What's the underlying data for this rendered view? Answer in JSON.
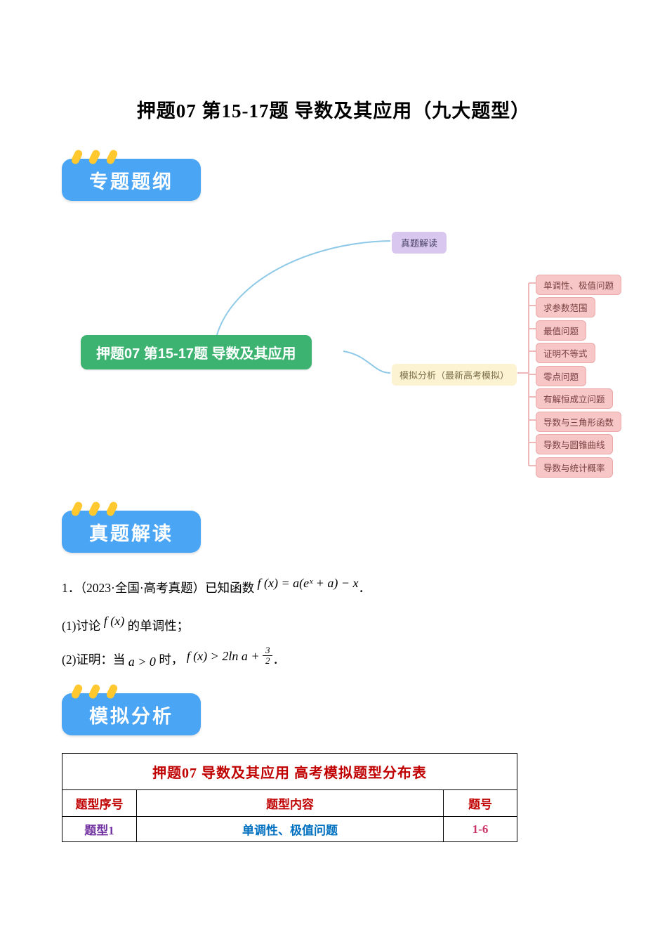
{
  "page": {
    "title": "押题07 第15-17题 导数及其应用（九大题型）"
  },
  "badges": {
    "outline": "专题题纲",
    "zhenti": "真题解读",
    "moni": "模拟分析"
  },
  "mindmap": {
    "center": "押题07 第15-17题 导数及其应用",
    "zhenti": "真题解读",
    "moni": "模拟分析（最新高考模拟）",
    "topics": [
      "单调性、极值问题",
      "求参数范围",
      "最值问题",
      "证明不等式",
      "零点问题",
      "有解恒成立问题",
      "导数与三角形函数",
      "导数与圆锥曲线",
      "导数与统计概率"
    ]
  },
  "problem": {
    "line1_text": "1．（2023·全国·高考真题）已知函数",
    "line1_formula": "f (x) = a(eˣ + a) − x",
    "line1_end": "．",
    "part1_pre": "(1)讨论",
    "part1_formula": "f (x)",
    "part1_post": "的单调性；",
    "part2_pre": "(2)证明：当",
    "part2_cond": "a > 0",
    "part2_mid": "时，",
    "part2_formula_lead": "f (x) > 2ln a +",
    "frac_num": "3",
    "frac_den": "2",
    "part2_end": "．"
  },
  "table": {
    "title": "押题07 导数及其应用 高考模拟题型分布表",
    "headers": [
      "题型序号",
      "题型内容",
      "题号"
    ],
    "rows": [
      {
        "no": "题型1",
        "content": "单调性、极值问题",
        "num": "1-6"
      }
    ]
  },
  "colors": {
    "badge_blue": "#4ba5f5",
    "badge_dot_yellow": "#ffc82e",
    "center_green": "#3cb371",
    "zhenti_node_purple": "#d9c7ef",
    "moni_node_yellow": "#fbf3d2",
    "topic_node_pink": "#f7c6c6",
    "connector_blue": "#8ec9e8",
    "connector_pink": "#efb9b9",
    "table_title_red": "#c00000",
    "type_no_purple": "#7030a0",
    "content_blue": "#0070c0",
    "question_no_rose": "#cc3366"
  }
}
